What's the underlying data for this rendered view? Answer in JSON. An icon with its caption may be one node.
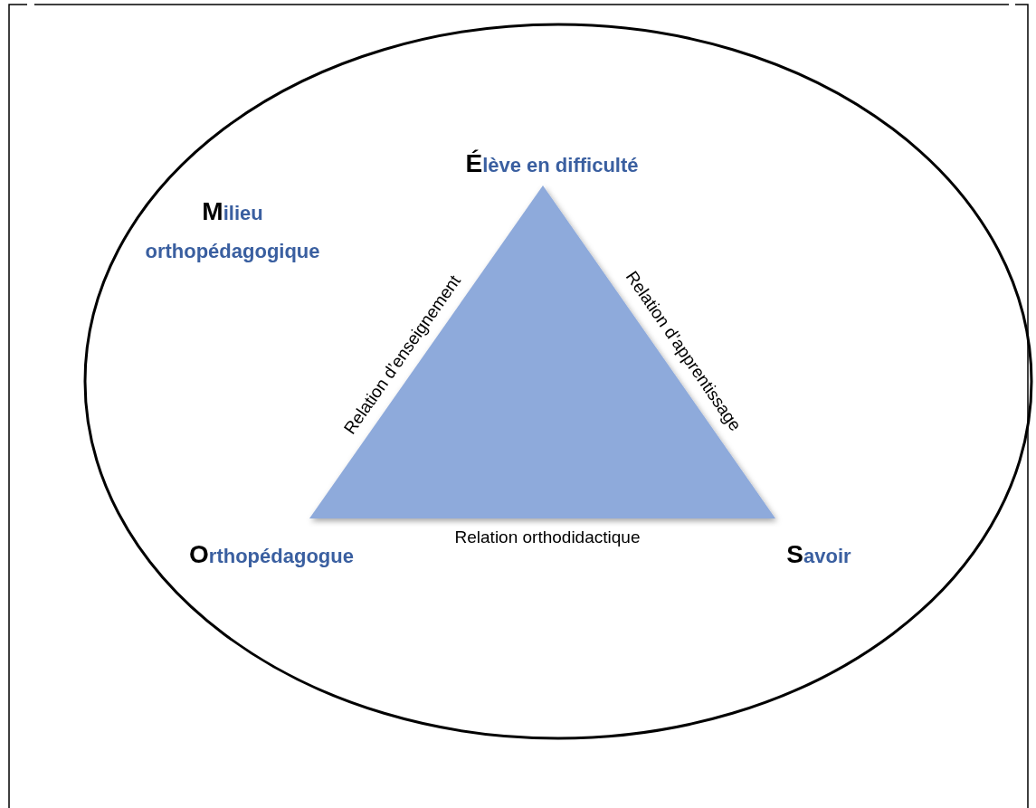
{
  "diagram": {
    "nodes": [
      {
        "text": [
          "**M**ilieu orthopédagogique"
        ]
      },
      {
        "text": [],
        "shape": "triangle",
        "in": 0
      }
    ],
    "labels": [
      "**É**lève en difficulté",
      "Relation d’enseignement",
      "Relation d’apprentissage",
      "**O**rthopédagogue",
      "Relation orthodidactique",
      "**S**avoir"
    ]
  }
}
